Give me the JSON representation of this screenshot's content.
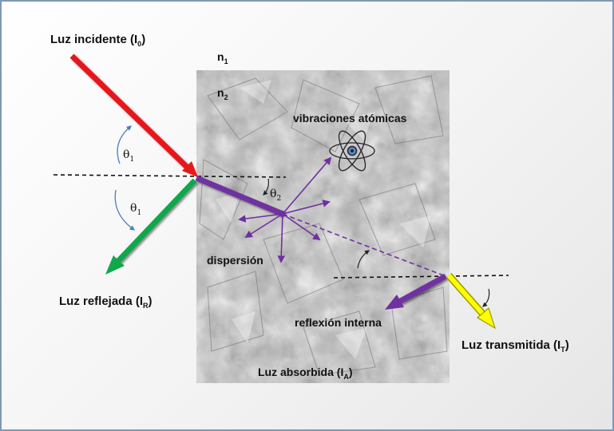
{
  "labels": {
    "incident": "Luz incidente (I",
    "incident_sub": "0",
    "reflected": "Luz reflejada (I",
    "reflected_sub": "R",
    "transmitted": "Luz transmitida  (I",
    "transmitted_sub": "T",
    "absorbed": "Luz absorbida  (I",
    "absorbed_sub": "A",
    "atomic_vibrations": "vibraciones atómicas",
    "scattering": "dispersión",
    "internal_reflection": "reflexión interna",
    "n1": "n",
    "n1_sub": "1",
    "n2": "n",
    "n2_sub": "2",
    "theta1_upper": "θ",
    "theta1_upper_sub": "1",
    "theta1_lower": "θ",
    "theta1_lower_sub": "1",
    "theta2": "θ",
    "theta2_sub": "2",
    "close_paren": ")"
  },
  "colors": {
    "incident_ray": "#e8191b",
    "reflected_ray": "#10a84b",
    "refracted_ray": "#7030a0",
    "transmitted_ray": "#ffff00",
    "transmitted_outline": "#9a9a00",
    "frame_border": "#7f98b6"
  },
  "icons": {
    "atom": "atom-icon",
    "angle_arrows": "curved-arrow-icon"
  }
}
